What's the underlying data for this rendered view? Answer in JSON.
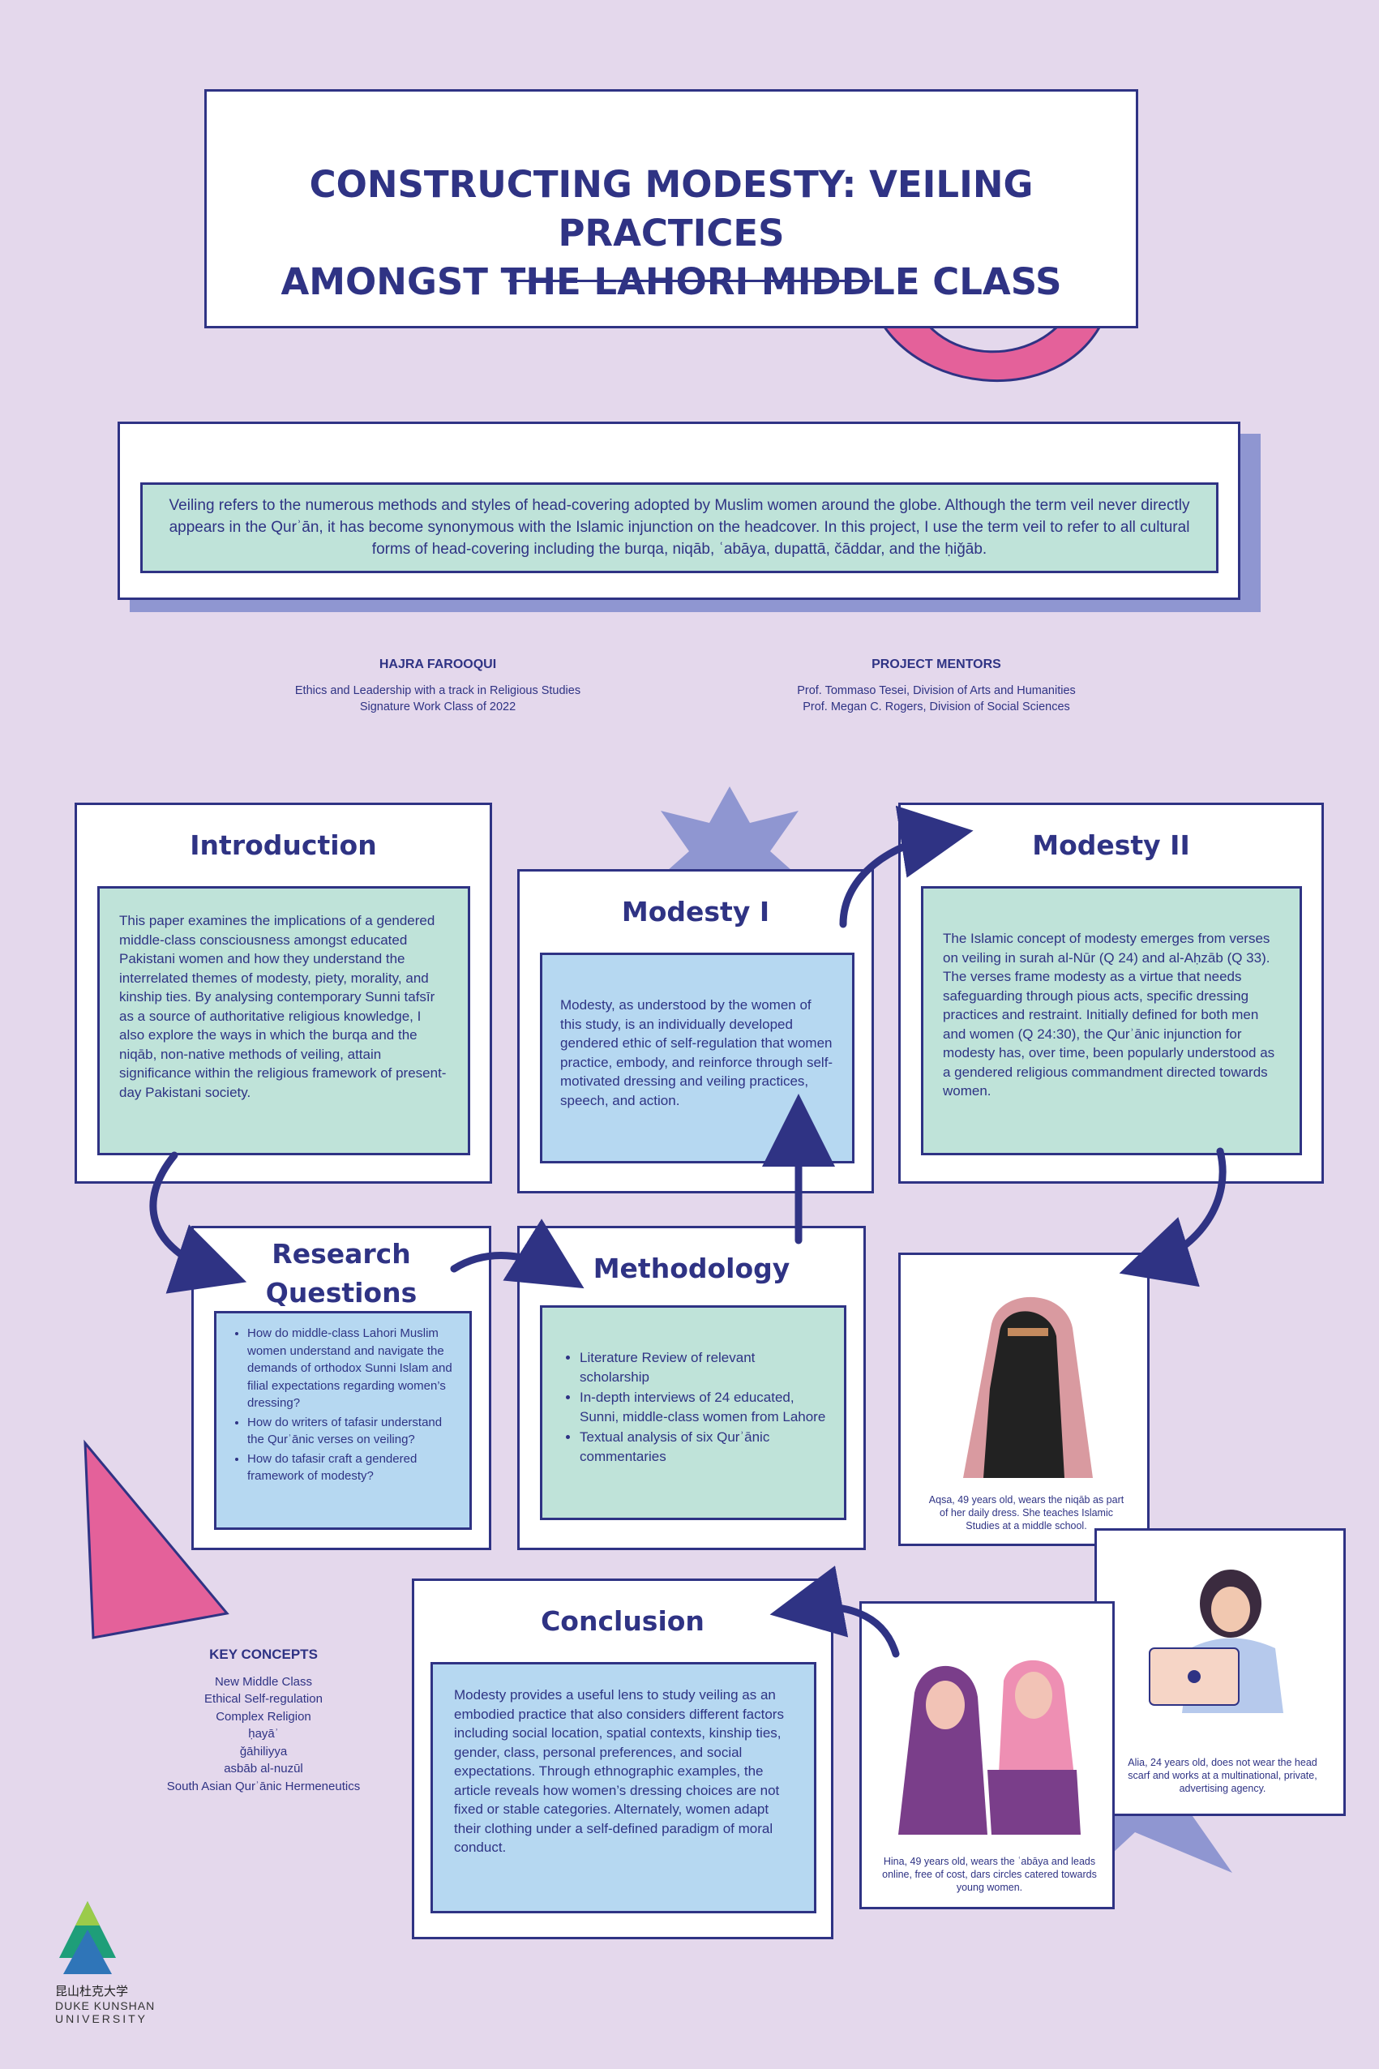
{
  "header": {
    "title_line1": "CONSTRUCTING MODESTY: VEILING PRACTICES",
    "title_line2": "AMONGST THE LAHORI MIDDLE CLASS"
  },
  "intro_box": {
    "text": "Veiling refers to the numerous methods and styles of head-covering adopted by Muslim women around the globe. Although the term veil never directly appears in the Qurʾān, it has become synonymous with the Islamic injunction on the headcover. In this project, I use the term veil to refer to all cultural forms of head-covering including the burqa, niqāb, ʿabāya, dupattā, čāddar, and the ḥiǧāb."
  },
  "author": {
    "name": "HAJRA FAROOQUI",
    "line1": "Ethics and Leadership with a track in Religious Studies",
    "line2": "Signature Work Class of 2022"
  },
  "mentors": {
    "heading": "PROJECT MENTORS",
    "line1": "Prof. Tommaso Tesei, Division of Arts and Humanities",
    "line2": "Prof. Megan C. Rogers, Division of Social Sciences"
  },
  "sections": {
    "introduction": {
      "heading": "Introduction",
      "text": "This paper examines the implications of a gendered middle-class consciousness amongst educated Pakistani women and how they understand the interrelated themes of modesty, piety, morality, and kinship ties. By analysing contemporary Sunni tafsīr as a source of authoritative religious knowledge, I also explore the ways in which the burqa and the niqāb, non-native methods of veiling, attain significance within the religious framework of present-day Pakistani society."
    },
    "modesty1": {
      "heading": "Modesty I",
      "text": "Modesty, as understood by the women of this study, is an individually developed gendered ethic of self-regulation that women practice, embody, and reinforce through self-motivated dressing and veiling practices, speech, and action."
    },
    "modesty2": {
      "heading": "Modesty II",
      "text": "The Islamic concept of modesty emerges from verses on veiling in surah al-Nūr (Q 24) and al-Aḥzāb (Q 33). The verses frame modesty as a virtue that needs safeguarding through pious acts, specific dressing practices and restraint. Initially defined for both men and women (Q 24:30), the Qurʾānic injunction for modesty has, over time, been popularly understood as a gendered religious commandment directed towards women."
    },
    "research": {
      "heading_line1": "Research",
      "heading_line2": "Questions",
      "items": [
        "How do middle-class Lahori Muslim women understand and navigate the demands of orthodox Sunni Islam and filial expectations regarding women’s dressing?",
        "How do writers of tafasir understand the Qurʾānic verses on veiling?",
        "How do tafasir craft a gendered framework of modesty?"
      ]
    },
    "methodology": {
      "heading": "Methodology",
      "items": [
        "Literature Review of relevant scholarship",
        "In-depth interviews of 24 educated, Sunni, middle-class women from Lahore",
        "Textual analysis of six Qurʾānic commentaries"
      ]
    },
    "conclusion": {
      "heading": "Conclusion",
      "text": "Modesty provides a useful lens to study veiling as an embodied practice that also considers different factors including social location, spatial contexts, kinship ties, gender, class, personal preferences, and social expectations. Through ethnographic examples, the article reveals how women’s dressing choices are not fixed or stable categories. Alternately, women adapt their clothing under a self-defined paradigm of moral conduct."
    }
  },
  "photos": {
    "aqsa": "Aqsa, 49 years old, wears the niqāb as part of her daily dress. She teaches Islamic Studies at a middle school.",
    "hina": "Hina, 49 years old, wears the ʿabāya and leads online, free of cost, dars circles catered towards young women.",
    "alia": "Alia, 24 years old, does not wear the head scarf and works at a multinational, private, advertising agency."
  },
  "key_concepts": {
    "heading": "KEY CONCEPTS",
    "items": [
      "New Middle Class",
      "Ethical Self-regulation",
      "Complex Religion",
      "ḥayāʾ",
      "ǧāhiliyya",
      "asbāb al-nuzūl",
      "South Asian Qurʾānic Hermeneutics"
    ]
  },
  "logo": {
    "chinese": "昆山杜克大学",
    "line1": "DUKE KUNSHAN",
    "line2": "UNIVERSITY"
  },
  "colors": {
    "navy": "#2f3384",
    "lavender": "#e4d8ec",
    "green": "#bfe3d9",
    "blue": "#b6d8f1",
    "pink": "#e4619a",
    "periwinkle": "#8f96d1"
  }
}
